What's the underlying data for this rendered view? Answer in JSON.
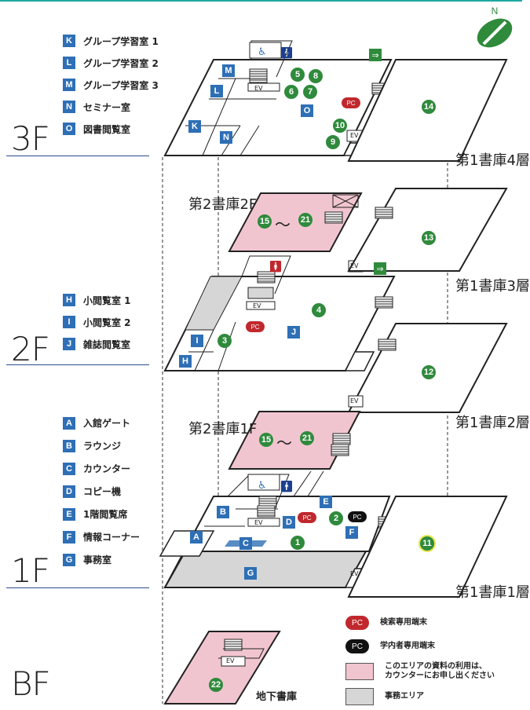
{
  "floors": {
    "f3": {
      "label": "3F",
      "legend": [
        {
          "letter": "K",
          "name": "グループ学習室 1"
        },
        {
          "letter": "L",
          "name": "グループ学習室 2"
        },
        {
          "letter": "M",
          "name": "グループ学習室 3"
        },
        {
          "letter": "N",
          "name": "セミナー室"
        },
        {
          "letter": "O",
          "name": "図書閲覧室"
        }
      ]
    },
    "f2": {
      "label": "2F",
      "legend": [
        {
          "letter": "H",
          "name": "小閲覧室 1"
        },
        {
          "letter": "I",
          "name": "小閲覧室 2"
        },
        {
          "letter": "J",
          "name": "雑誌閲覧室"
        }
      ]
    },
    "f1": {
      "label": "1F",
      "legend": [
        {
          "letter": "A",
          "name": "入館ゲート"
        },
        {
          "letter": "B",
          "name": "ラウンジ"
        },
        {
          "letter": "C",
          "name": "カウンター"
        },
        {
          "letter": "D",
          "name": "コピー機"
        },
        {
          "letter": "E",
          "name": "1階閲覧席"
        },
        {
          "letter": "F",
          "name": "情報コーナー"
        },
        {
          "letter": "G",
          "name": "事務室"
        }
      ]
    },
    "bf": {
      "label": "BF",
      "store_name": "地下書庫"
    }
  },
  "stacks": {
    "stack1_4": "第1書庫4層",
    "stack1_3": "第1書庫3層",
    "stack1_2": "第1書庫2層",
    "stack1_1": "第1書庫1層",
    "stack2_2": "第2書庫2F",
    "stack2_1": "第2書庫1F",
    "range_tilde": "〜"
  },
  "numbers": {
    "n1": "1",
    "n2": "2",
    "n3": "3",
    "n4": "4",
    "n5": "5",
    "n6": "6",
    "n7": "7",
    "n8": "8",
    "n9": "9",
    "n10": "10",
    "n11": "11",
    "n12": "12",
    "n13": "13",
    "n14": "14",
    "n15": "15",
    "n21": "21",
    "n22": "22"
  },
  "labels": {
    "ev": "EV",
    "pc": "PC",
    "north": "N"
  },
  "key": [
    {
      "type": "pill",
      "color": "#c0282d",
      "label": "PC",
      "text": "検索専用端末"
    },
    {
      "type": "pill",
      "color": "#111111",
      "label": "PC",
      "text": "学内者専用端末"
    },
    {
      "type": "swatch",
      "color": "#f1c5d0",
      "text_lines": [
        "このエリアの資料の利用は、",
        "カウンターにお申し出ください"
      ]
    },
    {
      "type": "swatch",
      "color": "#d6d6d6",
      "text": "事務エリア"
    }
  ],
  "colors": {
    "green": "#2f8a3c",
    "blue": "#2e6fb5",
    "pink": "#f1c5d0",
    "gray": "#d6d6d6",
    "red": "#c0282d",
    "accent": "#1fa8a2"
  }
}
